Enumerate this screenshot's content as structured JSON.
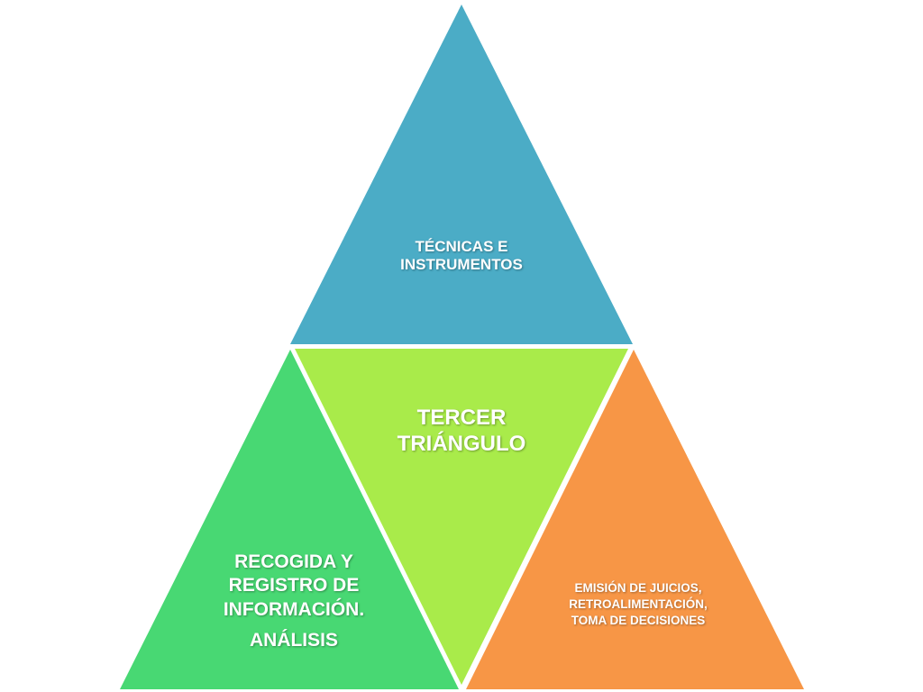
{
  "colors": {
    "top": "#4BACC6",
    "center": "#A9EB4A",
    "left": "#48D873",
    "right": "#F79646",
    "divider": "#ffffff"
  },
  "triangles": {
    "top": {
      "lines": [
        "TÉCNICAS E",
        "INSTRUMENTOS"
      ]
    },
    "center": {
      "lines": [
        "TERCER",
        "TRIÁNGULO"
      ]
    },
    "left": {
      "lines": [
        "RECOGIDA Y",
        "REGISTRO DE",
        "INFORMACIÓN."
      ],
      "extra": "ANÁLISIS"
    },
    "right": {
      "lines": [
        "EMISIÓN DE JUICIOS,",
        "RETROALIMENTACIÓN,",
        "TOMA DE DECISIONES"
      ]
    }
  }
}
